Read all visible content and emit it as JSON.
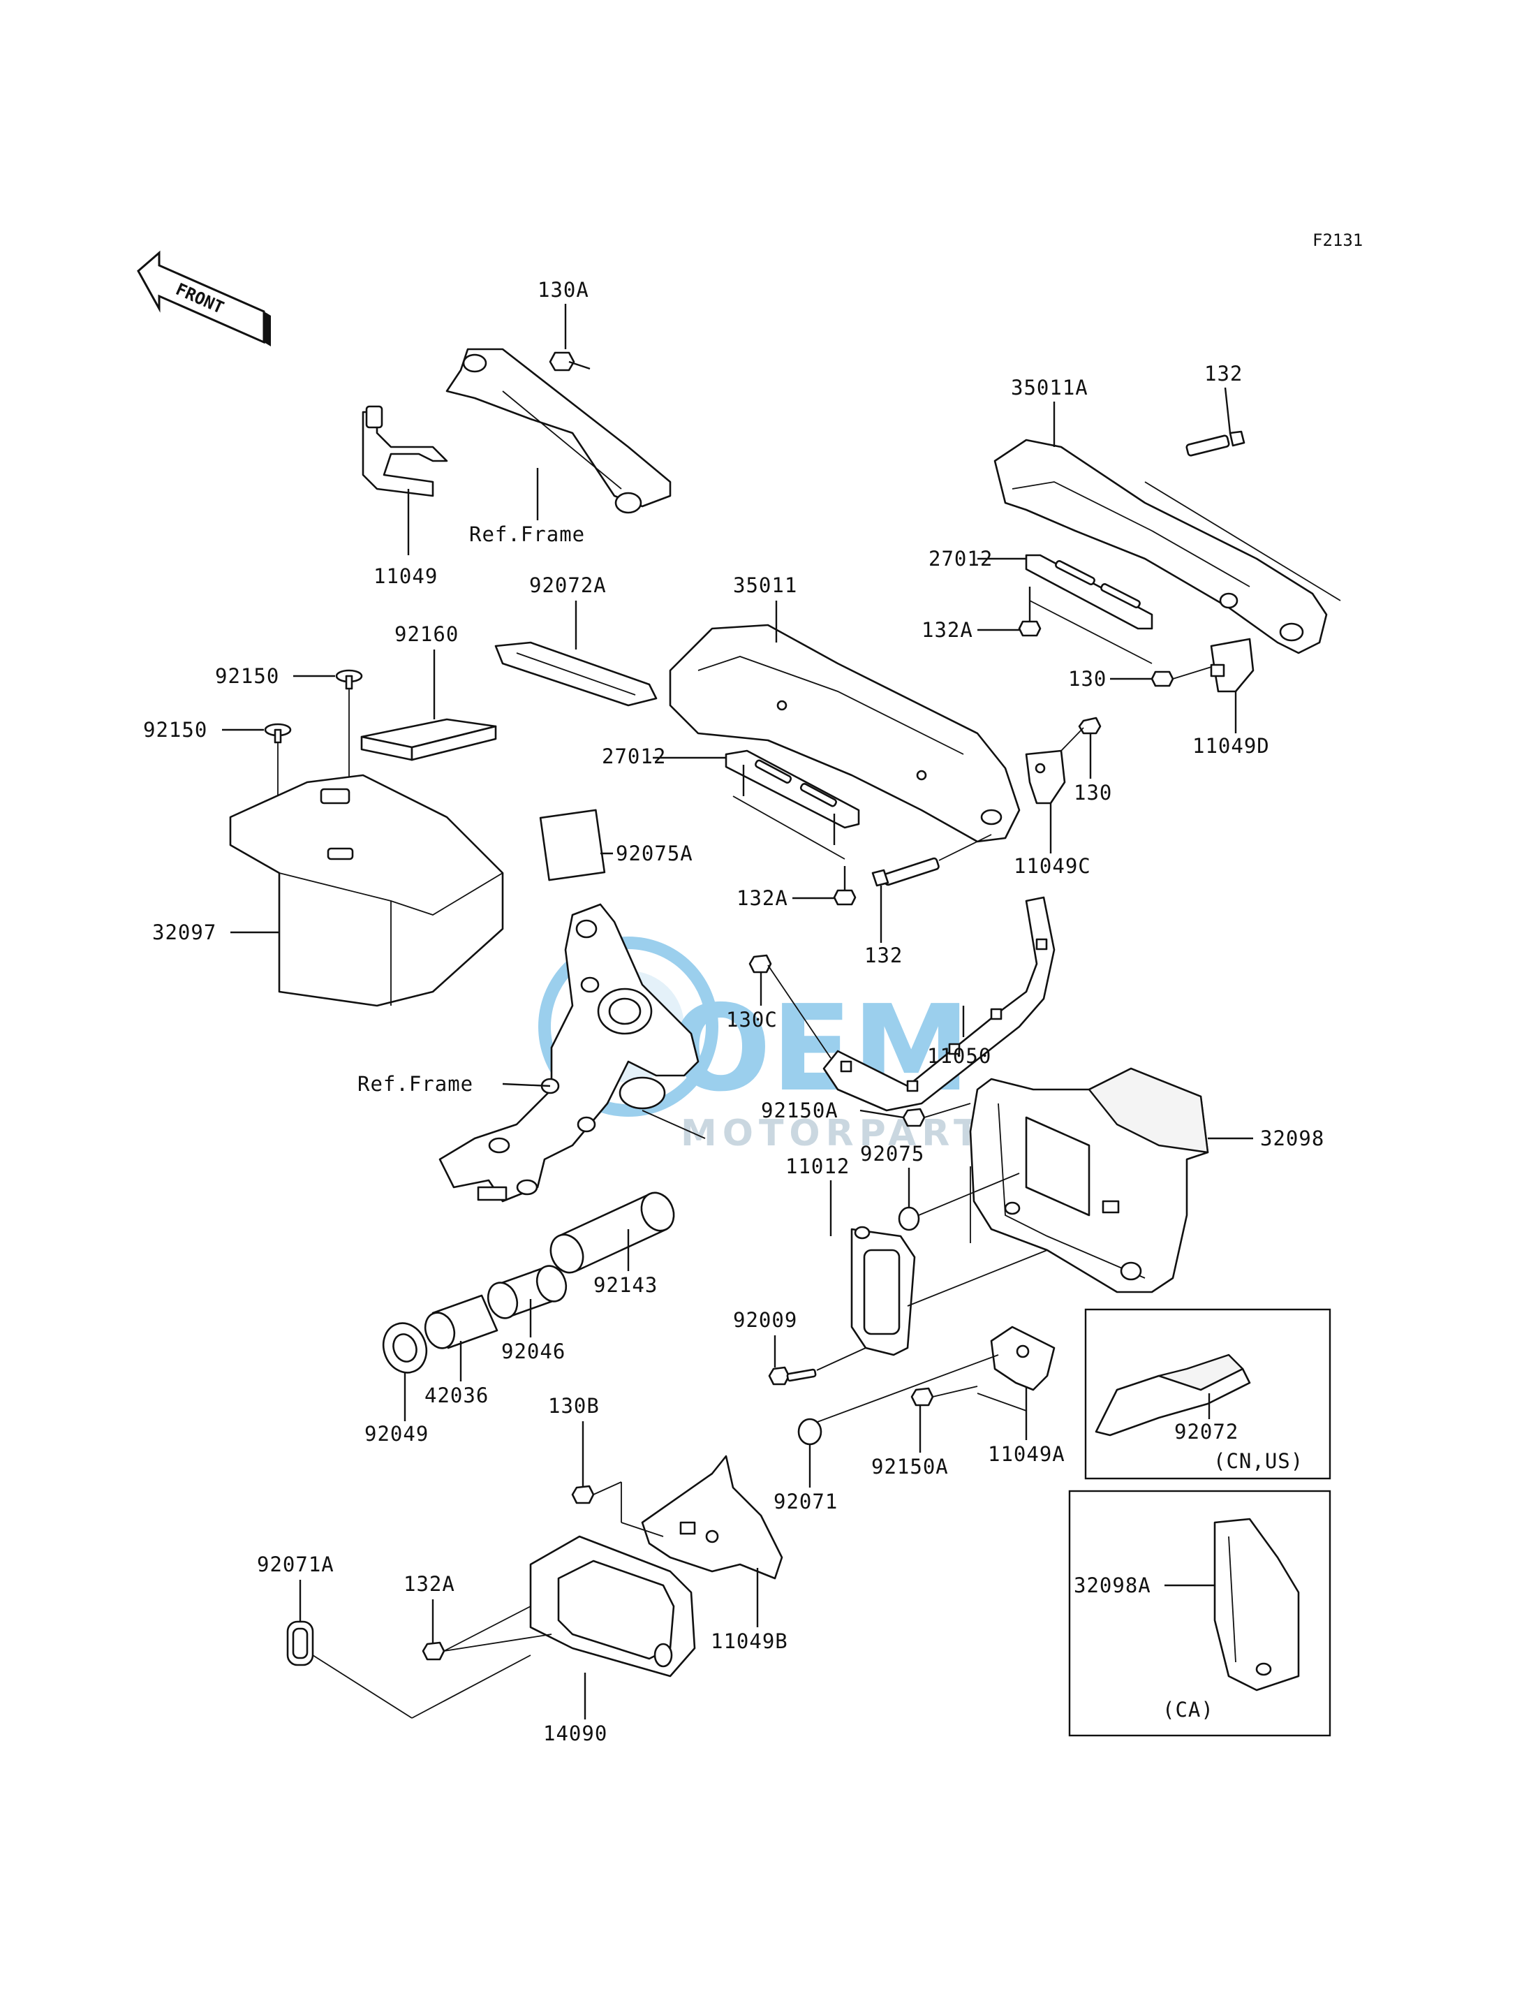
{
  "figure_code": "F2131",
  "front_arrow_label": "FRONT",
  "watermark": {
    "main": "OEM",
    "sub": "MOTORPARTS",
    "color": "#4aa8e0"
  },
  "ref_label": "Ref.Frame",
  "labels": {
    "p130A": "130A",
    "p11049": "11049",
    "p35011A": "35011A",
    "p132_top": "132",
    "p27012_top": "27012",
    "p132A_top": "132A",
    "p130_a": "130",
    "p11049D": "11049D",
    "p92072A": "92072A",
    "p92160": "92160",
    "p35011": "35011",
    "p92150_a": "92150",
    "p92150_b": "92150",
    "p27012_mid": "27012",
    "p130_b": "130",
    "p11049C": "11049C",
    "p92075A": "92075A",
    "p32097": "32097",
    "p132A_mid": "132A",
    "p132_mid": "132",
    "p130C": "130C",
    "p11050": "11050",
    "p92150A_a": "92150A",
    "p32098": "32098",
    "p92075": "92075",
    "p11012": "11012",
    "p92143": "92143",
    "p92009": "92009",
    "p92046": "92046",
    "p42036": "42036",
    "p92049": "92049",
    "p130B": "130B",
    "p92071": "92071",
    "p92150A_b": "92150A",
    "p11049A": "11049A",
    "p92072": "92072",
    "p92071A": "92071A",
    "p132A_bot": "132A",
    "p11049B": "11049B",
    "p14090": "14090",
    "p32098A": "32098A"
  },
  "insets": {
    "us": {
      "label": "92072",
      "market": "(CN,US)"
    },
    "ca": {
      "label": "32098A",
      "market": "(CA)"
    }
  }
}
